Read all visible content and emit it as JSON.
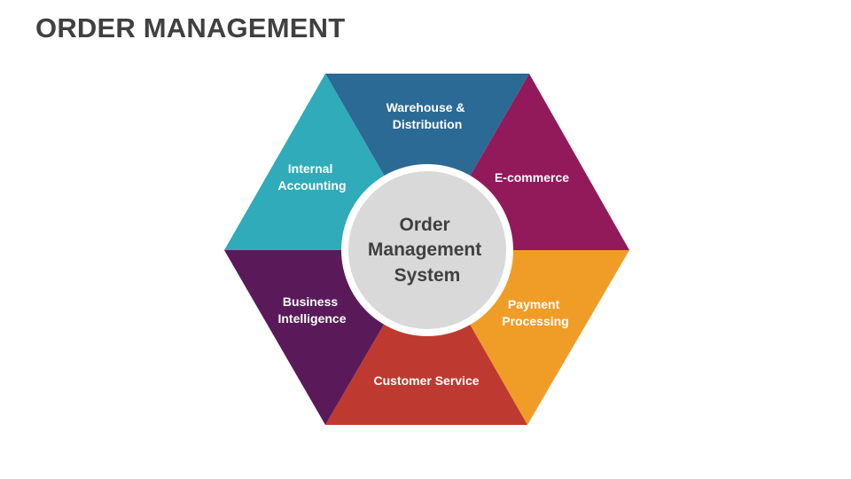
{
  "title": "ORDER MANAGEMENT",
  "center": {
    "lines": [
      "Order",
      "Management",
      "System"
    ]
  },
  "segments": [
    {
      "name": "warehouse",
      "lines": [
        "Warehouse &",
        "Distribution"
      ],
      "color": "#2B6A94"
    },
    {
      "name": "ecommerce",
      "lines": [
        "E-commerce"
      ],
      "color": "#921A5A"
    },
    {
      "name": "payment",
      "lines": [
        "Payment",
        "Processing"
      ],
      "color": "#F09D28"
    },
    {
      "name": "customer-service",
      "lines": [
        "Customer Service"
      ],
      "color": "#BE3A30"
    },
    {
      "name": "business-intelligence",
      "lines": [
        "Business",
        "Intelligence"
      ],
      "color": "#5A1A5A"
    },
    {
      "name": "internal-accounting",
      "lines": [
        "Internal",
        "Accounting"
      ],
      "color": "#2FABBA"
    }
  ],
  "colors": {
    "center_fill": "#D9D9D9",
    "center_ring": "#FFFFFF",
    "title": "#404040"
  }
}
